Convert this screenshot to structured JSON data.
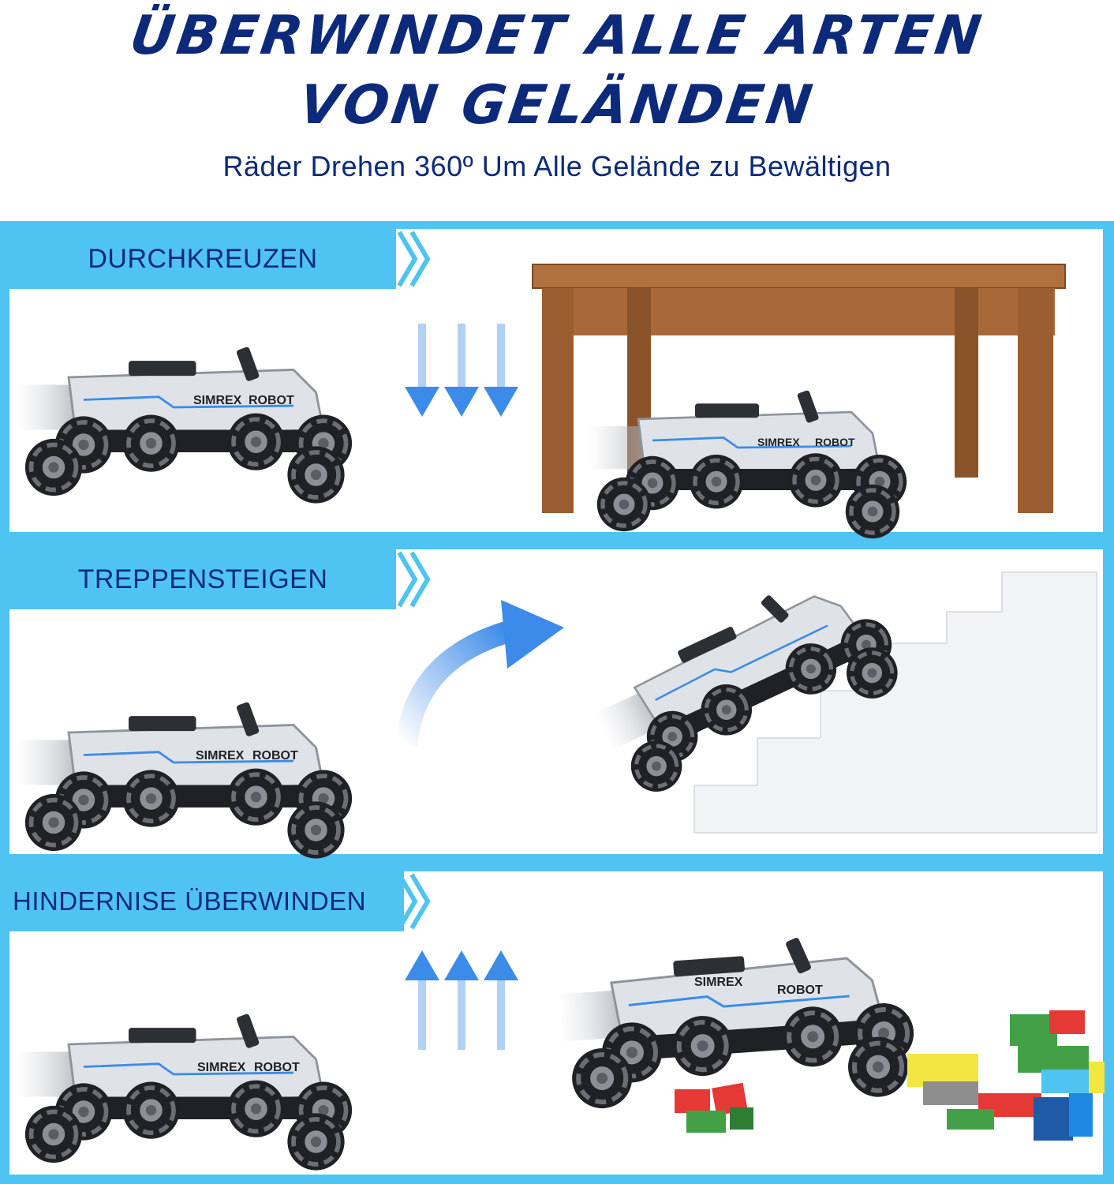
{
  "header": {
    "title_line1": "ÜBERWINDET ALLE ARTEN",
    "title_line2": "VON GELÄNDEN",
    "subtitle": "Räder Drehen 360º Um Alle Gelände zu Bewältigen"
  },
  "sections": [
    {
      "label": "DURCHKREUZEN"
    },
    {
      "label": "TREPPENSTEIGEN"
    },
    {
      "label": "HINDERNISE ÜBERWINDEN"
    }
  ],
  "vehicle": {
    "brand": "SIMREX",
    "model": "ROBOT"
  },
  "colors": {
    "accent": "#4fc4f2",
    "title": "#0d2a7a",
    "arrow": "#3d8be8",
    "table_wood": "#a8693a"
  }
}
